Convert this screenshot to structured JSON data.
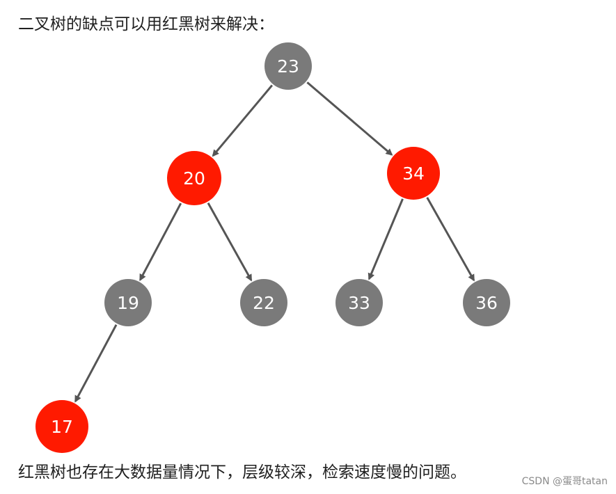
{
  "intro_text": "二叉树的缺点可以用红黑树来解决：",
  "conclusion_text": "红黑树也存在大数据量情况下，层级较深，检索速度慢的问题。",
  "watermark": "CSDN @蛋哥tatan",
  "colors": {
    "red_node": "#ff1a00",
    "black_node": "#7a7a7a",
    "edge": "#555555"
  },
  "tree": {
    "nodes": [
      {
        "id": "n23",
        "label": "23",
        "color": "black"
      },
      {
        "id": "n20",
        "label": "20",
        "color": "red"
      },
      {
        "id": "n34",
        "label": "34",
        "color": "red"
      },
      {
        "id": "n19",
        "label": "19",
        "color": "black"
      },
      {
        "id": "n22",
        "label": "22",
        "color": "black"
      },
      {
        "id": "n33",
        "label": "33",
        "color": "black"
      },
      {
        "id": "n36",
        "label": "36",
        "color": "black"
      },
      {
        "id": "n17",
        "label": "17",
        "color": "red"
      }
    ],
    "edges": [
      {
        "from": "n23",
        "to": "n20"
      },
      {
        "from": "n23",
        "to": "n34"
      },
      {
        "from": "n20",
        "to": "n19"
      },
      {
        "from": "n20",
        "to": "n22"
      },
      {
        "from": "n34",
        "to": "n33"
      },
      {
        "from": "n34",
        "to": "n36"
      },
      {
        "from": "n19",
        "to": "n17"
      }
    ]
  }
}
